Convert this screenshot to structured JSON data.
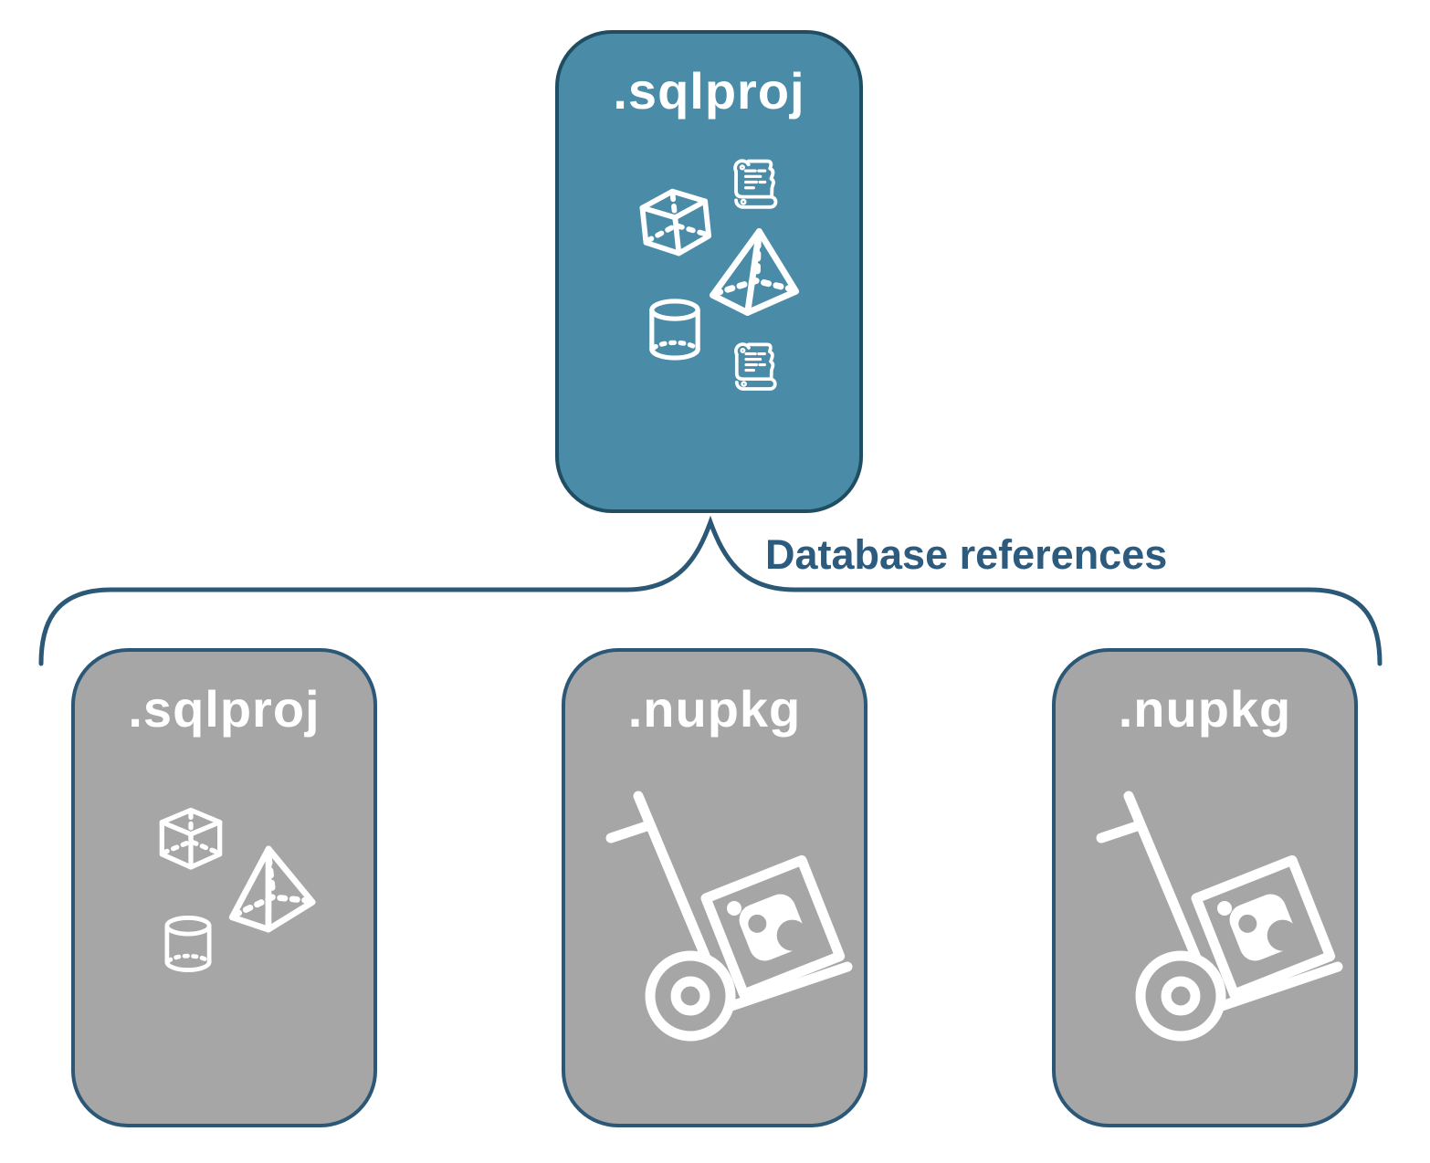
{
  "diagram": {
    "edge_label": "Database references",
    "root": {
      "label": ".sqlproj",
      "kind": "sql-project",
      "icons": [
        "sql-script",
        "cube",
        "pyramid",
        "database-cylinder",
        "sql-script"
      ]
    },
    "children": [
      {
        "label": ".sqlproj",
        "kind": "sql-project",
        "icons": [
          "cube",
          "pyramid",
          "database-cylinder"
        ]
      },
      {
        "label": ".nupkg",
        "kind": "nuget-package",
        "icons": [
          "nuget-hand-truck"
        ]
      },
      {
        "label": ".nupkg",
        "kind": "nuget-package",
        "icons": [
          "nuget-hand-truck"
        ]
      }
    ],
    "colors": {
      "teal_fill": "#4a8ca8",
      "teal_border": "#1f4e63",
      "gray_fill": "#a6a6a6",
      "gray_border": "#2b5876",
      "connector": "#2b5876",
      "label_text": "#2d5b7e",
      "icon_white": "#ffffff"
    }
  }
}
